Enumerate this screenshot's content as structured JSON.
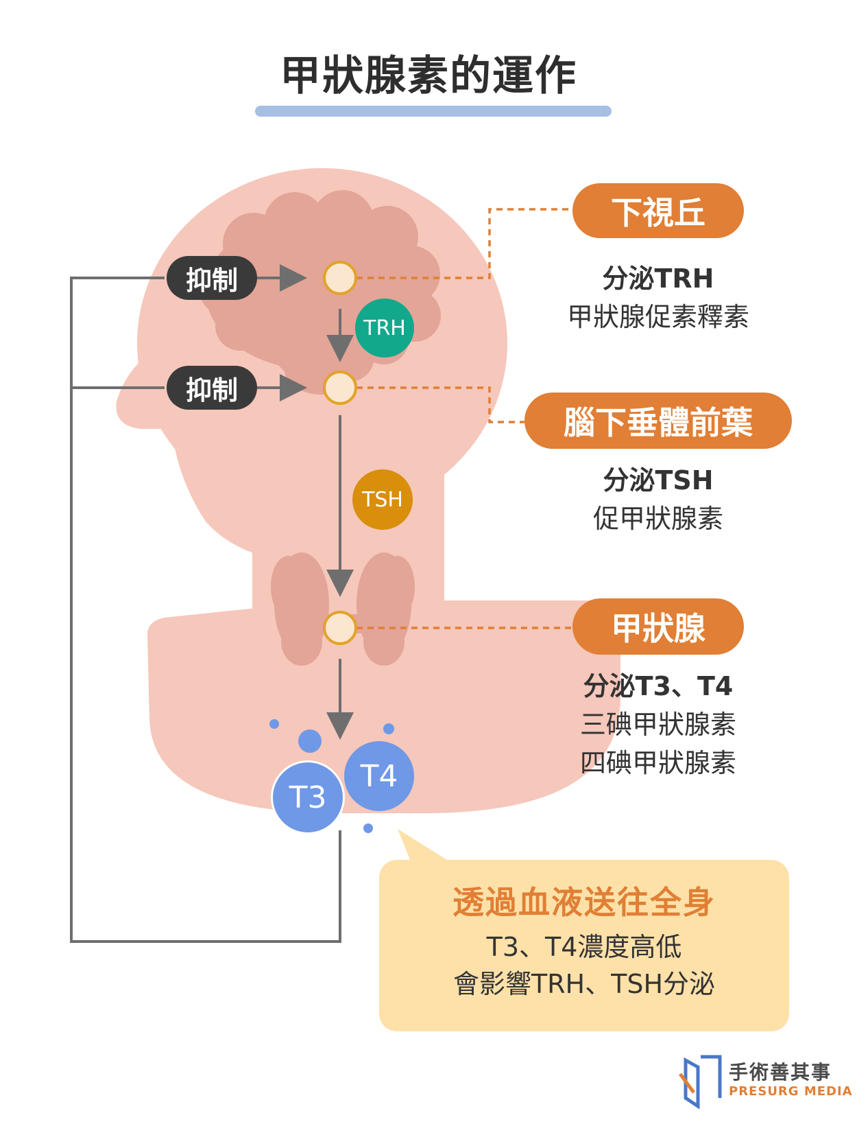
{
  "title": "甲狀腺素的運作",
  "colors": {
    "skin": "#f6c7bb",
    "organ": "#e2a597",
    "accent_orange": "#e07f35",
    "trh_green": "#12a88c",
    "tsh_amber": "#d98e0c",
    "hormone_blue": "#6f98e6",
    "callout_bg": "#fde1a9",
    "line_gray": "#6e6e6e"
  },
  "inhibit_labels": [
    "抑制",
    "抑制"
  ],
  "hormone_badges": {
    "trh": "TRH",
    "tsh": "TSH",
    "t3": "T3",
    "t4": "T4"
  },
  "stages": [
    {
      "name": "下視丘",
      "secretes": "分泌TRH",
      "lines": [
        "甲狀腺促素釋素"
      ]
    },
    {
      "name": "腦下垂體前葉",
      "secretes": "分泌TSH",
      "lines": [
        "促甲狀腺素"
      ]
    },
    {
      "name": "甲狀腺",
      "secretes": "分泌T3、T4",
      "lines": [
        "三碘甲狀腺素",
        "四碘甲狀腺素"
      ]
    }
  ],
  "callout": {
    "heading": "透過血液送往全身",
    "lines": [
      "T3、T4濃度高低",
      "會影響TRH、TSH分泌"
    ]
  },
  "logo": {
    "name": "手術善其事",
    "subtitle": "PRESURG MEDIA"
  }
}
